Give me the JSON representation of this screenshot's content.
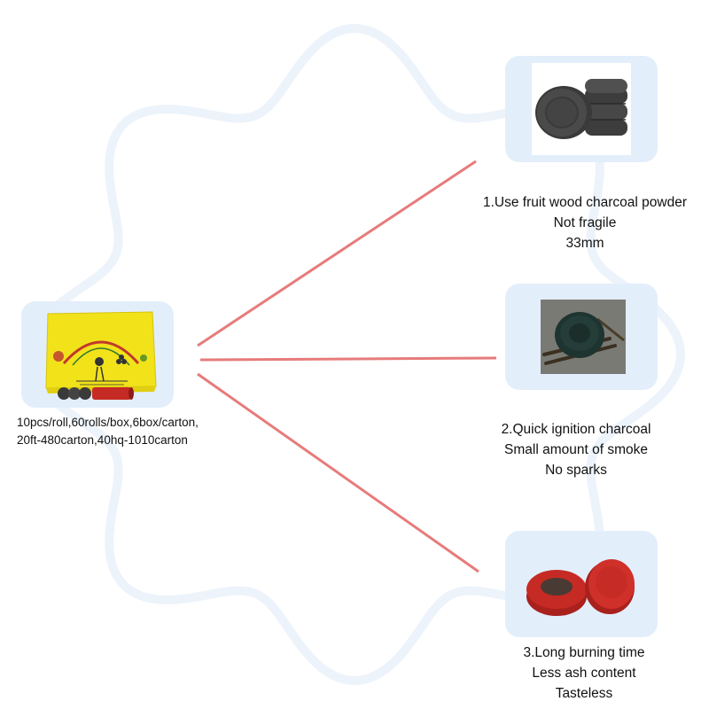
{
  "colors": {
    "card_bg": "#e3eefb",
    "connector": "#e77b7b",
    "background_shape": "#edf3fb",
    "box_yellow": "#f2e21a",
    "charcoal_dark": "#3a3a3a",
    "charcoal_red": "#c62a24"
  },
  "product": {
    "packing_lines": [
      "10pcs/roll,60rolls/box,6box/carton,",
      "20ft-480carton,40hq-1010carton"
    ]
  },
  "features": [
    {
      "icon": "stacked-charcoal-tablets-icon",
      "lines": [
        "1.Use fruit wood charcoal powder",
        "Not fragile",
        "33mm"
      ]
    },
    {
      "icon": "burning-charcoal-tablet-icon",
      "lines": [
        "2.Quick ignition charcoal",
        "Small amount of smoke",
        "No sparks"
      ]
    },
    {
      "icon": "red-charcoal-tablets-icon",
      "lines": [
        "3.Long burning time",
        "Less ash content",
        "Tasteless"
      ]
    }
  ]
}
